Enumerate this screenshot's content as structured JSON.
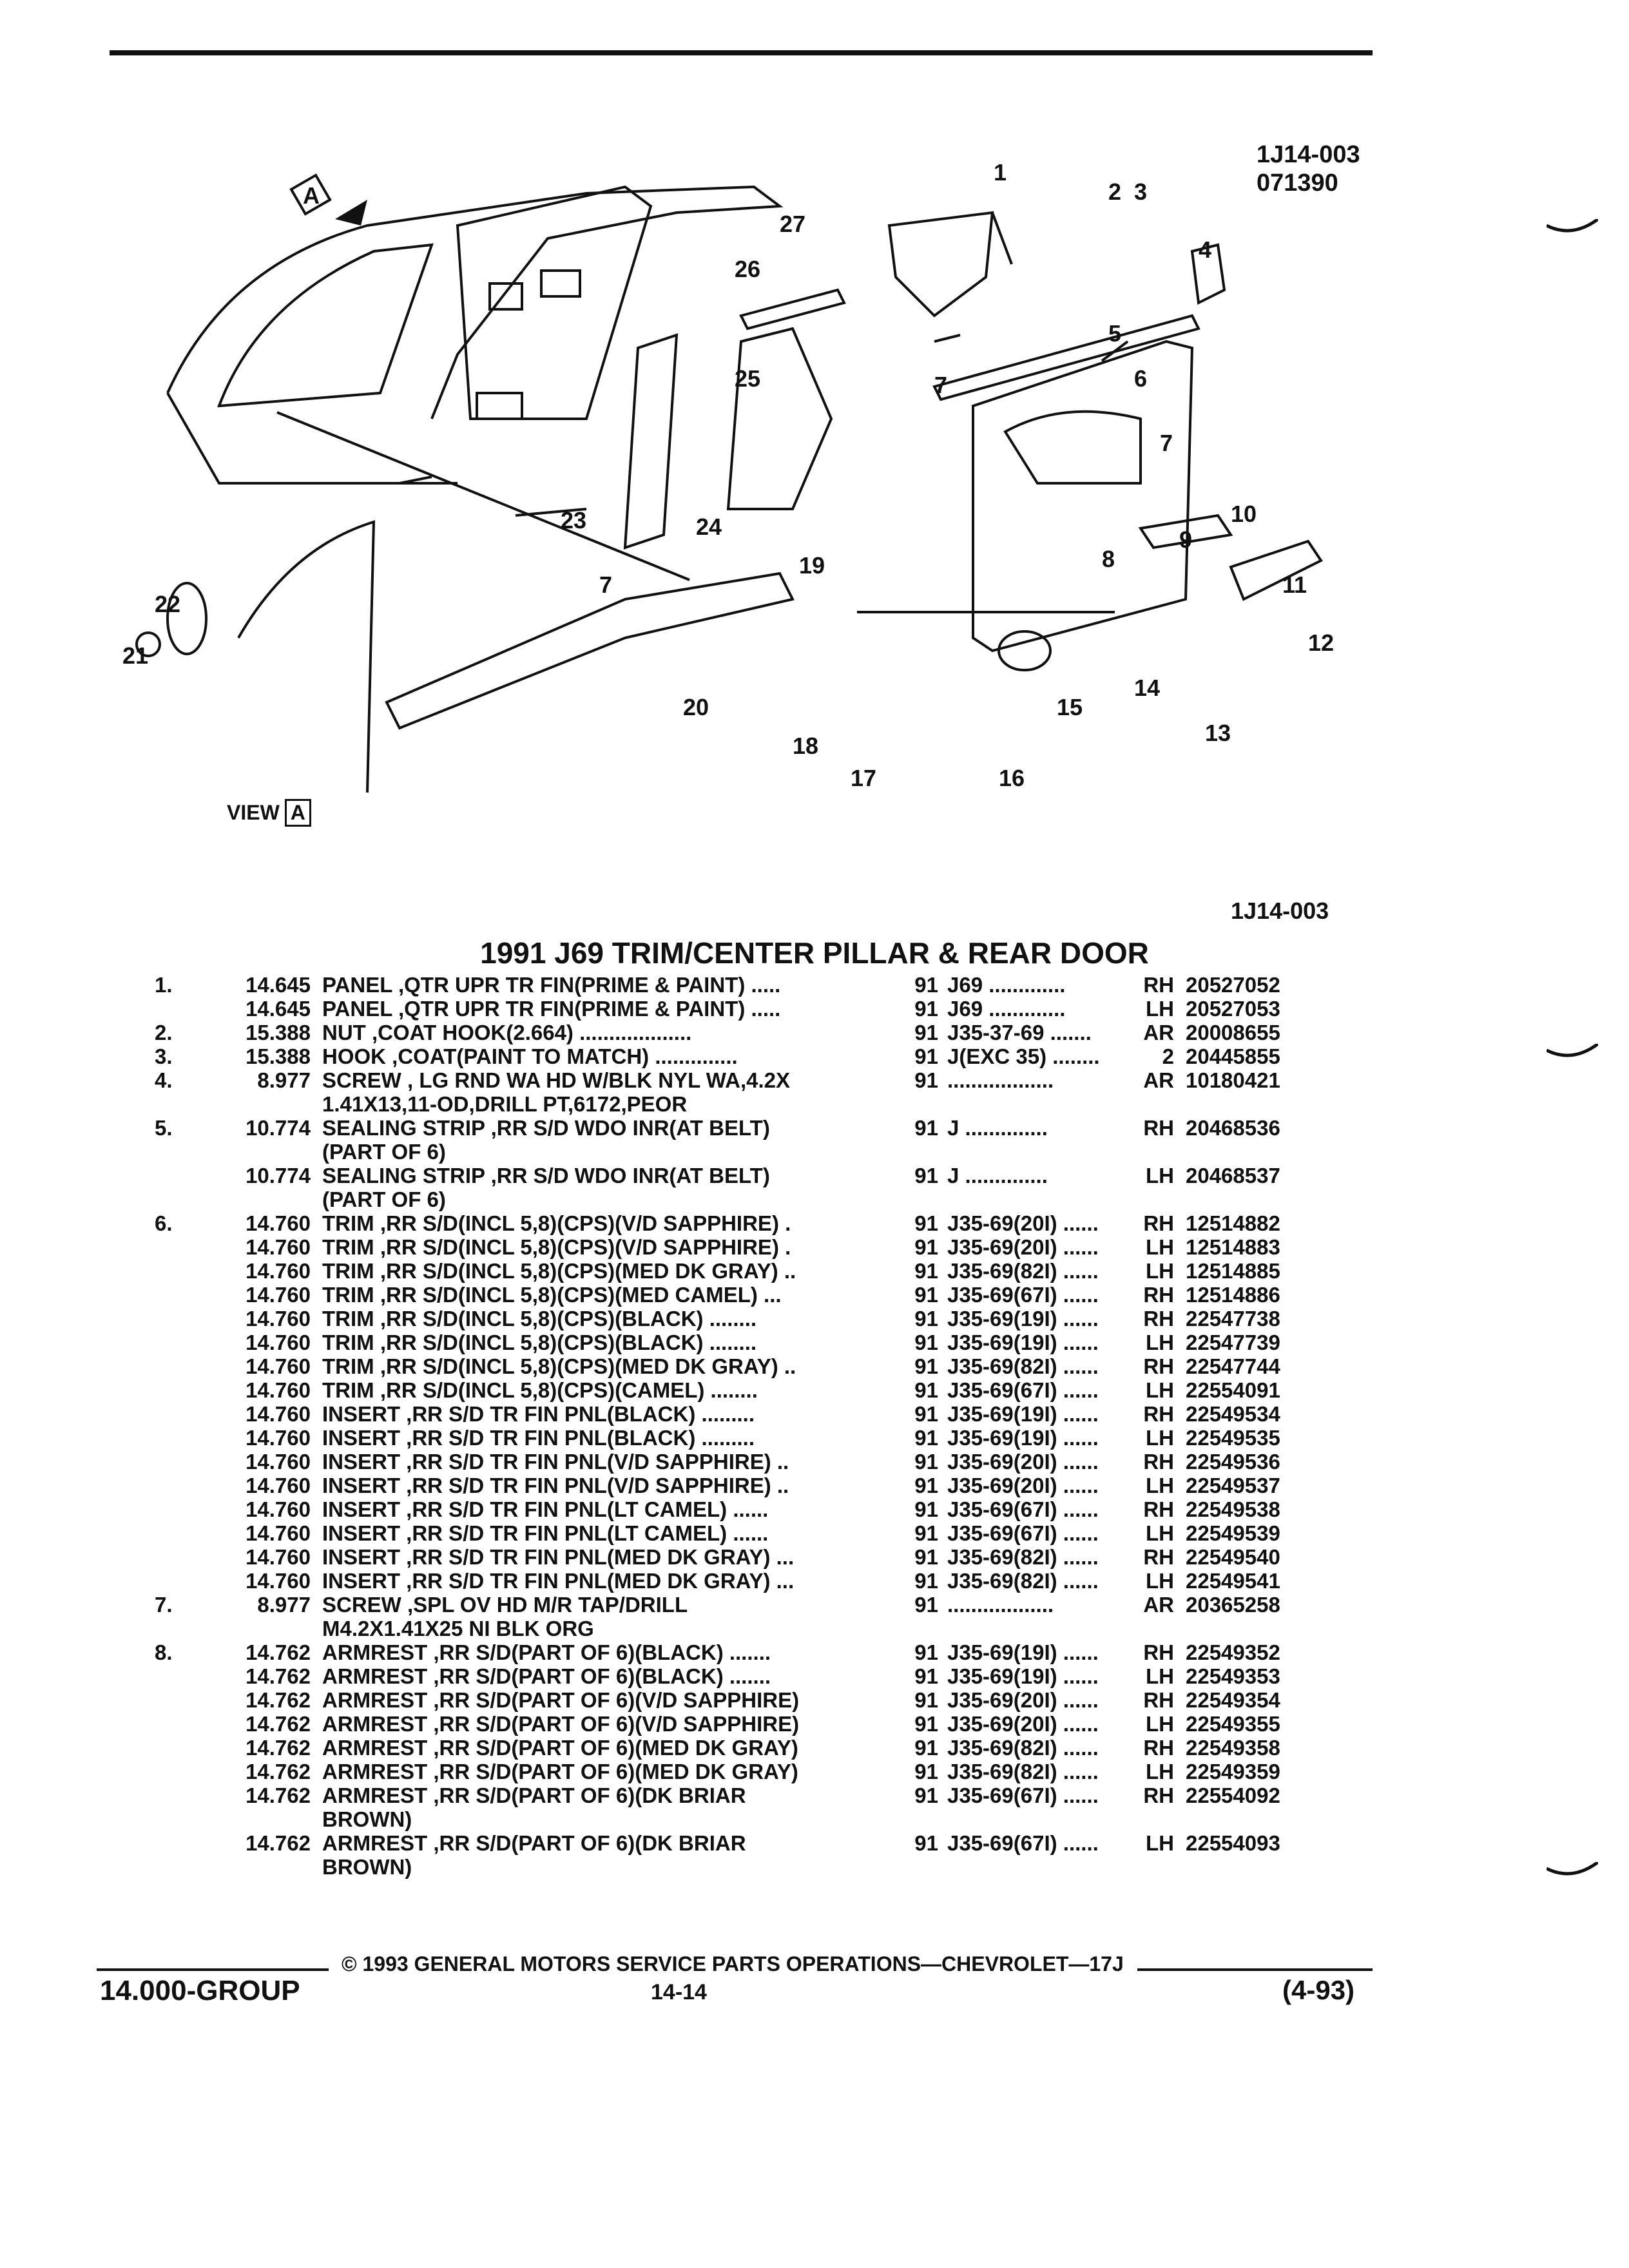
{
  "header": {
    "code_line1": "1J14-003",
    "code_line2": "071390"
  },
  "diagram": {
    "view_label": "VIEW",
    "view_letter": "A",
    "view_marker_letter": "A",
    "callouts": [
      "1",
      "2",
      "3",
      "4",
      "5",
      "6",
      "7",
      "7",
      "7",
      "8",
      "9",
      "10",
      "11",
      "12",
      "13",
      "14",
      "15",
      "16",
      "17",
      "18",
      "19",
      "20",
      "21",
      "22",
      "23",
      "24",
      "25",
      "26",
      "27"
    ],
    "code_bottom": "1J14-003"
  },
  "title": "1991 J69 TRIM/CENTER PILLAR & REAR DOOR",
  "parts": [
    {
      "item": "1.",
      "group": "14.645",
      "desc": "PANEL ,QTR UPR TR FIN(PRIME & PAINT) .....",
      "year": "91",
      "model": "J69 .............",
      "side": "RH",
      "part": "20527052"
    },
    {
      "item": "",
      "group": "14.645",
      "desc": "PANEL ,QTR UPR TR FIN(PRIME & PAINT) .....",
      "year": "91",
      "model": "J69 .............",
      "side": "LH",
      "part": "20527053"
    },
    {
      "item": "2.",
      "group": "15.388",
      "desc": "NUT ,COAT HOOK(2.664) ...................",
      "year": "91",
      "model": "J35-37-69 .......",
      "side": "AR",
      "part": "20008655"
    },
    {
      "item": "3.",
      "group": "15.388",
      "desc": "HOOK ,COAT(PAINT TO MATCH) ..............",
      "year": "91",
      "model": "J(EXC 35) ........",
      "side": "2",
      "part": "20445855"
    },
    {
      "item": "4.",
      "group": "8.977",
      "desc": "SCREW , LG RND WA HD W/BLK NYL WA,4.2X",
      "year": "91",
      "model": "..................",
      "side": "AR",
      "part": "10180421"
    },
    {
      "item": "",
      "group": "",
      "desc": "1.41X13,11-OD,DRILL PT,6172,PEOR",
      "year": "",
      "model": "",
      "side": "",
      "part": ""
    },
    {
      "item": "5.",
      "group": "10.774",
      "desc": "SEALING STRIP ,RR S/D WDO INR(AT BELT)",
      "year": "91",
      "model": "J ..............",
      "side": "RH",
      "part": "20468536"
    },
    {
      "item": "",
      "group": "",
      "desc": "(PART OF 6)",
      "year": "",
      "model": "",
      "side": "",
      "part": ""
    },
    {
      "item": "",
      "group": "10.774",
      "desc": "SEALING STRIP ,RR S/D WDO INR(AT BELT)",
      "year": "91",
      "model": "J ..............",
      "side": "LH",
      "part": "20468537"
    },
    {
      "item": "",
      "group": "",
      "desc": "(PART OF 6)",
      "year": "",
      "model": "",
      "side": "",
      "part": ""
    },
    {
      "item": "6.",
      "group": "14.760",
      "desc": "TRIM ,RR S/D(INCL 5,8)(CPS)(V/D SAPPHIRE) .",
      "year": "91",
      "model": "J35-69(20I) ......",
      "side": "RH",
      "part": "12514882"
    },
    {
      "item": "",
      "group": "14.760",
      "desc": "TRIM ,RR S/D(INCL 5,8)(CPS)(V/D SAPPHIRE) .",
      "year": "91",
      "model": "J35-69(20I) ......",
      "side": "LH",
      "part": "12514883"
    },
    {
      "item": "",
      "group": "14.760",
      "desc": "TRIM ,RR S/D(INCL 5,8)(CPS)(MED DK GRAY) ..",
      "year": "91",
      "model": "J35-69(82I) ......",
      "side": "LH",
      "part": "12514885"
    },
    {
      "item": "",
      "group": "14.760",
      "desc": "TRIM ,RR S/D(INCL 5,8)(CPS)(MED CAMEL) ...",
      "year": "91",
      "model": "J35-69(67I) ......",
      "side": "RH",
      "part": "12514886"
    },
    {
      "item": "",
      "group": "14.760",
      "desc": "TRIM ,RR S/D(INCL 5,8)(CPS)(BLACK) ........",
      "year": "91",
      "model": "J35-69(19I) ......",
      "side": "RH",
      "part": "22547738"
    },
    {
      "item": "",
      "group": "14.760",
      "desc": "TRIM ,RR S/D(INCL 5,8)(CPS)(BLACK) ........",
      "year": "91",
      "model": "J35-69(19I) ......",
      "side": "LH",
      "part": "22547739"
    },
    {
      "item": "",
      "group": "14.760",
      "desc": "TRIM ,RR S/D(INCL 5,8)(CPS)(MED DK GRAY) ..",
      "year": "91",
      "model": "J35-69(82I) ......",
      "side": "RH",
      "part": "22547744"
    },
    {
      "item": "",
      "group": "14.760",
      "desc": "TRIM ,RR S/D(INCL 5,8)(CPS)(CAMEL) ........",
      "year": "91",
      "model": "J35-69(67I) ......",
      "side": "LH",
      "part": "22554091"
    },
    {
      "item": "",
      "group": "14.760",
      "desc": "INSERT ,RR S/D TR FIN PNL(BLACK) .........",
      "year": "91",
      "model": "J35-69(19I) ......",
      "side": "RH",
      "part": "22549534"
    },
    {
      "item": "",
      "group": "14.760",
      "desc": "INSERT ,RR S/D TR FIN PNL(BLACK) .........",
      "year": "91",
      "model": "J35-69(19I) ......",
      "side": "LH",
      "part": "22549535"
    },
    {
      "item": "",
      "group": "14.760",
      "desc": "INSERT ,RR S/D TR FIN PNL(V/D SAPPHIRE) ..",
      "year": "91",
      "model": "J35-69(20I) ......",
      "side": "RH",
      "part": "22549536"
    },
    {
      "item": "",
      "group": "14.760",
      "desc": "INSERT ,RR S/D TR FIN PNL(V/D SAPPHIRE) ..",
      "year": "91",
      "model": "J35-69(20I) ......",
      "side": "LH",
      "part": "22549537"
    },
    {
      "item": "",
      "group": "14.760",
      "desc": "INSERT ,RR S/D TR FIN PNL(LT CAMEL) ......",
      "year": "91",
      "model": "J35-69(67I) ......",
      "side": "RH",
      "part": "22549538"
    },
    {
      "item": "",
      "group": "14.760",
      "desc": "INSERT ,RR S/D TR FIN PNL(LT CAMEL) ......",
      "year": "91",
      "model": "J35-69(67I) ......",
      "side": "LH",
      "part": "22549539"
    },
    {
      "item": "",
      "group": "14.760",
      "desc": "INSERT ,RR S/D TR FIN PNL(MED DK GRAY) ...",
      "year": "91",
      "model": "J35-69(82I) ......",
      "side": "RH",
      "part": "22549540"
    },
    {
      "item": "",
      "group": "14.760",
      "desc": "INSERT ,RR S/D TR FIN PNL(MED DK GRAY) ...",
      "year": "91",
      "model": "J35-69(82I) ......",
      "side": "LH",
      "part": "22549541"
    },
    {
      "item": "7.",
      "group": "8.977",
      "desc": "SCREW ,SPL OV HD M/R TAP/DRILL",
      "year": "91",
      "model": "..................",
      "side": "AR",
      "part": "20365258"
    },
    {
      "item": "",
      "group": "",
      "desc": "M4.2X1.41X25 NI BLK ORG",
      "year": "",
      "model": "",
      "side": "",
      "part": ""
    },
    {
      "item": "8.",
      "group": "14.762",
      "desc": "ARMREST ,RR S/D(PART OF 6)(BLACK) .......",
      "year": "91",
      "model": "J35-69(19I) ......",
      "side": "RH",
      "part": "22549352"
    },
    {
      "item": "",
      "group": "14.762",
      "desc": "ARMREST ,RR S/D(PART OF 6)(BLACK) .......",
      "year": "91",
      "model": "J35-69(19I) ......",
      "side": "LH",
      "part": "22549353"
    },
    {
      "item": "",
      "group": "14.762",
      "desc": "ARMREST ,RR S/D(PART OF 6)(V/D SAPPHIRE)",
      "year": "91",
      "model": "J35-69(20I) ......",
      "side": "RH",
      "part": "22549354"
    },
    {
      "item": "",
      "group": "14.762",
      "desc": "ARMREST ,RR S/D(PART OF 6)(V/D SAPPHIRE)",
      "year": "91",
      "model": "J35-69(20I) ......",
      "side": "LH",
      "part": "22549355"
    },
    {
      "item": "",
      "group": "14.762",
      "desc": "ARMREST ,RR S/D(PART OF 6)(MED DK GRAY)",
      "year": "91",
      "model": "J35-69(82I) ......",
      "side": "RH",
      "part": "22549358"
    },
    {
      "item": "",
      "group": "14.762",
      "desc": "ARMREST ,RR S/D(PART OF 6)(MED DK GRAY)",
      "year": "91",
      "model": "J35-69(82I) ......",
      "side": "LH",
      "part": "22549359"
    },
    {
      "item": "",
      "group": "14.762",
      "desc": "ARMREST ,RR S/D(PART OF 6)(DK BRIAR",
      "year": "91",
      "model": "J35-69(67I) ......",
      "side": "RH",
      "part": "22554092"
    },
    {
      "item": "",
      "group": "",
      "desc": "BROWN)",
      "year": "",
      "model": "",
      "side": "",
      "part": ""
    },
    {
      "item": "",
      "group": "14.762",
      "desc": "ARMREST ,RR S/D(PART OF 6)(DK BRIAR",
      "year": "91",
      "model": "J35-69(67I) ......",
      "side": "LH",
      "part": "22554093"
    },
    {
      "item": "",
      "group": "",
      "desc": "BROWN)",
      "year": "",
      "model": "",
      "side": "",
      "part": ""
    }
  ],
  "footer": {
    "copyright": "© 1993 GENERAL MOTORS SERVICE PARTS OPERATIONS—CHEVROLET—17J",
    "group": "14.000-GROUP",
    "page": "14-14",
    "date": "(4-93)"
  }
}
